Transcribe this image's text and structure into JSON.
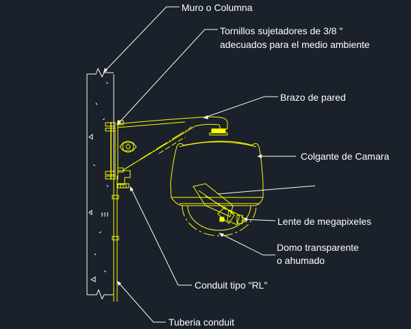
{
  "colors": {
    "background": "#1b212b",
    "drawing": "#ffff00",
    "leaders": "#ffffff",
    "text": "#ffffff"
  },
  "labels": {
    "wall": "Muro o Columna",
    "screws_line1": "Tornillos sujetadores de 3/8 \"",
    "screws_line2": "adecuados para el medio ambiente",
    "arm": "Brazo de pared",
    "pendant": "Colgante de Camara",
    "lens": "Lente de megapixeles",
    "dome_line1": "Domo transparente",
    "dome_line2": "o ahumado",
    "conduit_rl": "Conduit tipo \"RL\"",
    "conduit_pipe": "Tuberia conduit"
  }
}
